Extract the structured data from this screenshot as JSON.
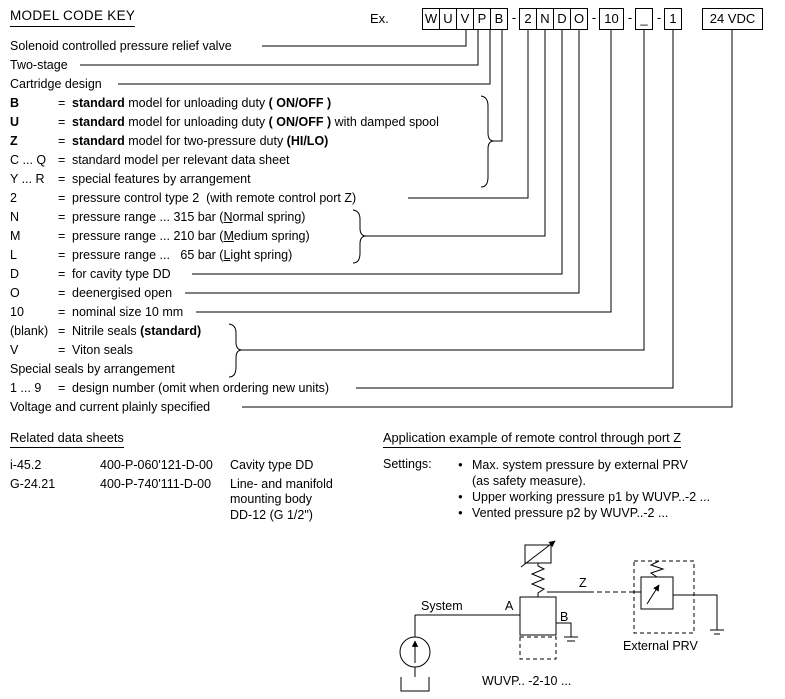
{
  "model_code_key": {
    "title": "MODEL CODE KEY",
    "example_label": "Ex.",
    "eq_sign": "=",
    "boxes": [
      {
        "t": "W"
      },
      {
        "t": "U"
      },
      {
        "t": "V"
      },
      {
        "t": "P"
      },
      {
        "t": "B"
      },
      {
        "t": "-",
        "sep": true
      },
      {
        "t": "2"
      },
      {
        "t": "N"
      },
      {
        "t": "D"
      },
      {
        "t": "O"
      },
      {
        "t": "-",
        "sep": true
      },
      {
        "t": "10",
        "w": 25
      },
      {
        "t": "-",
        "sep": true
      },
      {
        "t": "_"
      },
      {
        "t": "-",
        "sep": true
      },
      {
        "t": "1"
      },
      {
        "t": "24 VDC",
        "w": 61,
        "gap": true
      }
    ],
    "rows": [
      {
        "parts": [
          {
            "t": "Solenoid controlled pressure relief valve"
          }
        ]
      },
      {
        "parts": [
          {
            "t": "Two-stage"
          }
        ]
      },
      {
        "parts": [
          {
            "t": "Cartridge design"
          }
        ]
      },
      {
        "key": "B",
        "kb": true,
        "eq": true,
        "parts": [
          {
            "t": "standard",
            "b": true
          },
          {
            "t": " model for unloading duty "
          },
          {
            "t": "( ON/OFF )",
            "b": true
          }
        ]
      },
      {
        "key": "U",
        "kb": true,
        "eq": true,
        "parts": [
          {
            "t": "standard",
            "b": true
          },
          {
            "t": " model for unloading duty "
          },
          {
            "t": "( ON/OFF )",
            "b": true
          },
          {
            "t": " with damped spool"
          }
        ]
      },
      {
        "key": "Z",
        "kb": true,
        "eq": true,
        "parts": [
          {
            "t": "standard",
            "b": true
          },
          {
            "t": " model for two-pressure duty "
          },
          {
            "t": "(HI/LO)",
            "b": true
          }
        ]
      },
      {
        "key": "C ... Q",
        "eq": true,
        "parts": [
          {
            "t": "standard model per relevant data sheet"
          }
        ]
      },
      {
        "key": "Y ... R",
        "eq": true,
        "parts": [
          {
            "t": "special features by arrangement"
          }
        ]
      },
      {
        "key": "2",
        "eq": true,
        "parts": [
          {
            "t": "pressure control type 2  (with remote control port Z)"
          }
        ]
      },
      {
        "key": "N",
        "eq": true,
        "parts": [
          {
            "t": "pressure range ... 315 bar ("
          },
          {
            "t": "N",
            "u": true
          },
          {
            "t": "ormal spring)"
          }
        ]
      },
      {
        "key": "M",
        "eq": true,
        "parts": [
          {
            "t": "pressure range ... 210 bar ("
          },
          {
            "t": "M",
            "u": true
          },
          {
            "t": "edium spring)"
          }
        ]
      },
      {
        "key": "L",
        "eq": true,
        "parts": [
          {
            "t": "pressure range ...   65 bar ("
          },
          {
            "t": "L",
            "u": true
          },
          {
            "t": "ight spring)"
          }
        ]
      },
      {
        "key": "D",
        "eq": true,
        "parts": [
          {
            "t": "for cavity type DD"
          }
        ]
      },
      {
        "key": "O",
        "eq": true,
        "parts": [
          {
            "t": "deenergised open"
          }
        ]
      },
      {
        "key": "10",
        "eq": true,
        "parts": [
          {
            "t": "nominal size 10 mm"
          }
        ]
      },
      {
        "key": "(blank)",
        "eq": true,
        "parts": [
          {
            "t": "Nitrile seals "
          },
          {
            "t": "(standard)",
            "b": true
          }
        ]
      },
      {
        "key": "V",
        "eq": true,
        "parts": [
          {
            "t": "Viton seals"
          }
        ]
      },
      {
        "parts": [
          {
            "t": "Special seals by arrangement"
          }
        ]
      },
      {
        "key": "1 ... 9",
        "eq": true,
        "parts": [
          {
            "t": "design number (omit when ordering new units)"
          }
        ]
      },
      {
        "parts": [
          {
            "t": "Voltage and current plainly specified"
          }
        ]
      }
    ]
  },
  "related": {
    "heading": "Related data sheets",
    "rows": [
      {
        "id": "i-45.2",
        "doc": "400-P-060'121-D-00",
        "desc": [
          "Cavity type DD"
        ]
      },
      {
        "id": "G-24.21",
        "doc": "400-P-740'111-D-00",
        "desc": [
          "Line- and manifold",
          "mounting body",
          "DD-12 (G 1/2\")"
        ]
      }
    ]
  },
  "application": {
    "heading": "Application example of remote control through port Z",
    "settings_label": "Settings:",
    "bullet_char": "●",
    "bullets": [
      {
        "lines": [
          "Max. system pressure by external PRV",
          "(as safety measure)."
        ]
      },
      {
        "lines": [
          "Upper working pressure p1 by WUVP..-2 ..."
        ]
      },
      {
        "lines": [
          "Vented pressure p2 by WUVP..-2 ..."
        ]
      }
    ]
  },
  "schematic": {
    "system_label": "System",
    "port_a": "A",
    "port_b": "B",
    "port_z": "Z",
    "external_prv_label": "External PRV",
    "valve_label": "WUVP.. -2-10 ..."
  }
}
